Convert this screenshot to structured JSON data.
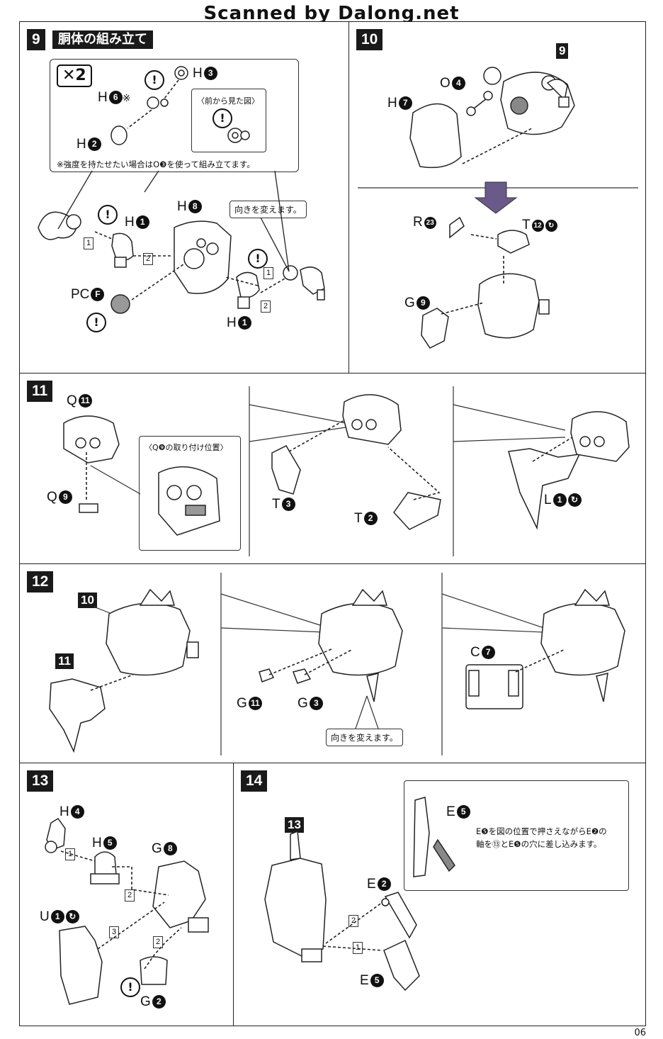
{
  "header": {
    "scan_credit": "Scanned by Dalong.net"
  },
  "page_number": "06",
  "steps": {
    "s9": {
      "num": "9",
      "title": "胴体の組み立て",
      "multiplier": "✕2",
      "parts": {
        "h3": "H",
        "h6": "H",
        "h2": "H",
        "h1a": "H",
        "h8": "H",
        "pcf": "PC",
        "h1b": "H"
      },
      "nums": {
        "h3": "3",
        "h6": "6",
        "h2": "2",
        "h1a": "1",
        "h8": "8",
        "pcf": "F",
        "h1b": "1"
      },
      "h6_mark": "※",
      "front_view": "〈前から見た図〉",
      "footnote": "※強度を持たせたい場合はO❸を使って組み立てます。",
      "turn_note": "向きを変えます。",
      "seq": [
        "1",
        "2",
        "1",
        "2"
      ]
    },
    "s10": {
      "num": "10",
      "ref": "9",
      "parts": {
        "o4": "O",
        "h7": "H",
        "r23": "R",
        "t12": "T",
        "g9": "G"
      },
      "nums": {
        "o4": "4",
        "h7": "7",
        "r23": "23",
        "t12": "12",
        "g9": "9"
      }
    },
    "s11": {
      "num": "11",
      "parts": {
        "q11": "Q",
        "q9": "Q",
        "t3": "T",
        "t2": "T",
        "l1": "L"
      },
      "nums": {
        "q11": "11",
        "q9": "9",
        "t3": "3",
        "t2": "2",
        "l1": "1"
      },
      "position_note": "〈Q❾の取り付け位置〉"
    },
    "s12": {
      "num": "12",
      "ref_a": "10",
      "ref_b": "11",
      "parts": {
        "g11": "G",
        "g3": "G",
        "c7": "C"
      },
      "nums": {
        "g11": "11",
        "g3": "3",
        "c7": "7"
      },
      "turn_note": "向きを変えます。"
    },
    "s13": {
      "num": "13",
      "parts": {
        "h4": "H",
        "h5": "H",
        "g8": "G",
        "u1": "U",
        "g2": "G"
      },
      "nums": {
        "h4": "4",
        "h5": "5",
        "g8": "8",
        "u1": "1",
        "g2": "2"
      },
      "seq": [
        "1",
        "2",
        "3",
        "2"
      ]
    },
    "s14": {
      "num": "14",
      "ref": "13",
      "parts": {
        "e5a": "E",
        "e2": "E",
        "e5b": "E"
      },
      "nums": {
        "e5a": "5",
        "e2": "2",
        "e5b": "5"
      },
      "instruction_1": "E❺を図の位置で押さえながらE❷の",
      "instruction_2": "軸を⑬とE❺の穴に差し込みます。",
      "seq": [
        "2",
        "1"
      ]
    }
  },
  "icons": {
    "caution": "!",
    "rotate": "↻"
  }
}
